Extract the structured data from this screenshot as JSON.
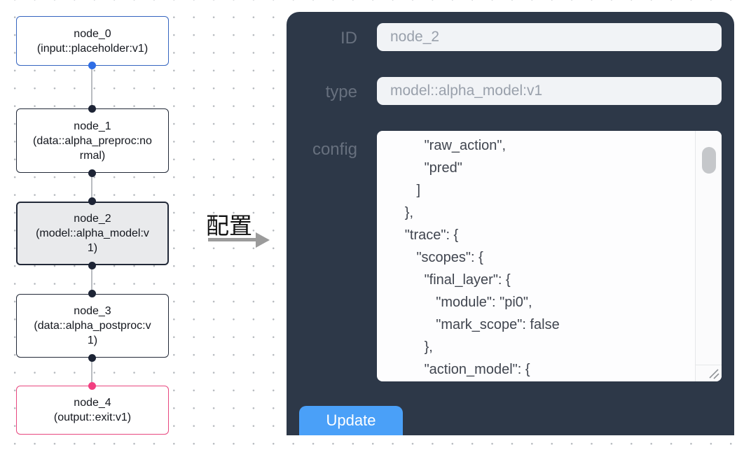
{
  "canvas": {
    "nodes": [
      {
        "id": "node_0",
        "type_label": "(input::placeholder:v1)"
      },
      {
        "id": "node_1",
        "type_label": "(data::alpha_preproc:normal)"
      },
      {
        "id": "node_2",
        "type_label": "(model::alpha_model:v1)"
      },
      {
        "id": "node_3",
        "type_label": "(data::alpha_postproc:v1)"
      },
      {
        "id": "node_4",
        "type_label": "(output::exit:v1)"
      }
    ]
  },
  "transition": {
    "label": "配置"
  },
  "panel": {
    "id_field": {
      "label": "ID",
      "value": "node_2"
    },
    "type_field": {
      "label": "type",
      "value": "model::alpha_model:v1"
    },
    "config_field": {
      "label": "config",
      "lines": [
        "          \"raw_action\",",
        "          \"pred\"",
        "        ]",
        "     },",
        "     \"trace\": {",
        "        \"scopes\": {",
        "          \"final_layer\": {",
        "             \"module\": \"pi0\",",
        "             \"mark_scope\": false",
        "          },",
        "          \"action_model\": {"
      ]
    },
    "update_button": "Update"
  },
  "colors": {
    "node_input_border": "#3565c0",
    "node_default_border": "#222938",
    "node_selected_bg": "#e9eaec",
    "node_output_border": "#e8477f",
    "handle_blue": "#2e6de5",
    "handle_dark": "#1d2435",
    "handle_pink": "#f23e80",
    "panel_bg": "#2d3848",
    "field_bg": "#f1f3f6",
    "button_bg": "#4aa0f8"
  }
}
